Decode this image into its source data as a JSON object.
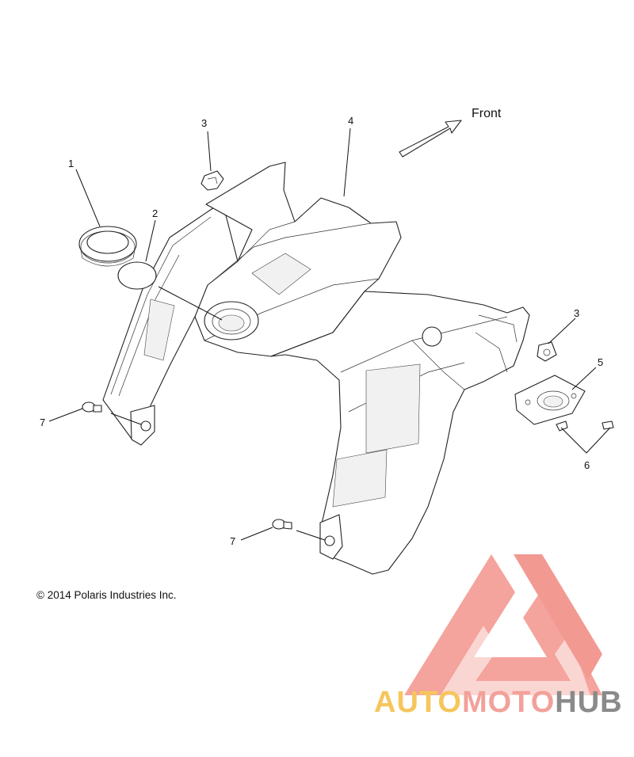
{
  "callouts": {
    "c1": "1",
    "c2": "2",
    "c3a": "3",
    "c3b": "3",
    "c4": "4",
    "c5": "5",
    "c6": "6",
    "c7a": "7",
    "c7b": "7"
  },
  "direction_label": "Front",
  "copyright": "© 2014 Polaris Industries Inc.",
  "watermark": {
    "part1": "AUTO",
    "part2": "MOTO",
    "part3": "HUB",
    "colors": {
      "auto": "#f6c65c",
      "moto": "#f2a19a",
      "hub": "#8a8a8a",
      "logo": "#f3948c"
    }
  }
}
